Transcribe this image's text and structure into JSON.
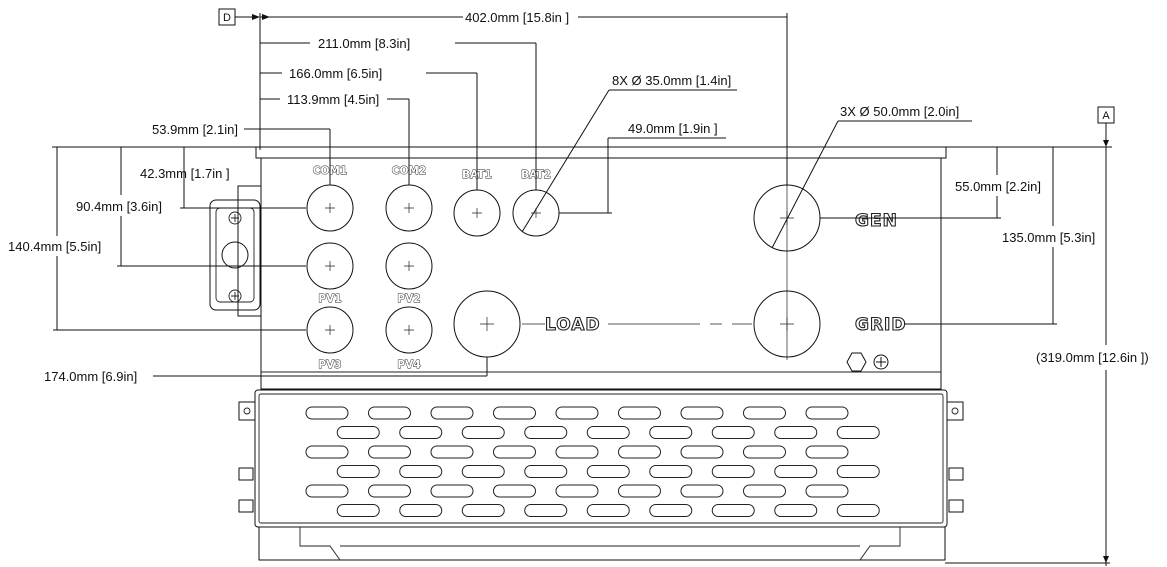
{
  "datums": {
    "left": "D",
    "right": "A"
  },
  "dimensions": {
    "total_width": "402.0mm [15.8in ]",
    "bat2_from_d": "211.0mm  [8.3in]",
    "bat1_from_d": "166.0mm [6.5in]",
    "com2_from_d": "113.9mm  [4.5in]",
    "com1_from_d": "53.9mm [2.1in]",
    "bat_holes": "8X Ø 35.0mm [1.4in]",
    "bat_height": "49.0mm [1.9in ]",
    "big_holes": "3X Ø 50.0mm [2.0in]",
    "gen_height": "55.0mm [2.2in]",
    "grid_height": "135.0mm [5.3in]",
    "com_row_height": "42.3mm [1.7in ]",
    "pv_row_height": "90.4mm [3.6in]",
    "pv_lower_height": "140.4mm  [5.5in]",
    "load_from_d": "174.0mm  [6.9in]",
    "total_height": "(319.0mm [12.6in ])"
  },
  "ports": {
    "com1": "COM1",
    "com2": "COM2",
    "bat1": "BAT1",
    "bat2": "BAT2",
    "pv1": "PV1",
    "pv2": "PV2",
    "pv3": "PV3",
    "pv4": "PV4",
    "gen": "GEN",
    "load": "LOAD",
    "grid": "GRID"
  }
}
